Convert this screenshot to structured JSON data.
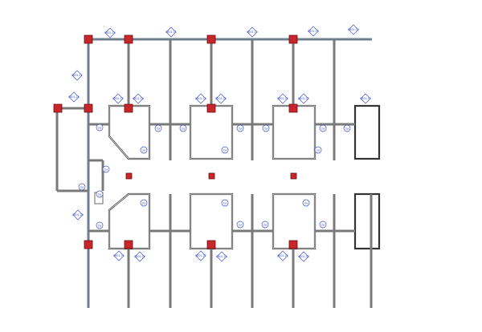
{
  "view": {
    "type": "floor-plan",
    "colors": {
      "wall": "#6a6a6a",
      "structural_column": "#c8262a",
      "tag": "#3a4fd0",
      "background": "#ffffff"
    }
  },
  "grid_tags": [
    {
      "label": "EB01-10"
    },
    {
      "label": "EB01-11"
    },
    {
      "label": "EB01-12"
    },
    {
      "label": "EB01-13"
    },
    {
      "label": "EB01-14"
    },
    {
      "label": "EB01-15"
    },
    {
      "label": "EB01-16"
    },
    {
      "label": "EB01-17"
    },
    {
      "label": "EB01-18"
    },
    {
      "label": "EB01-19"
    },
    {
      "label": "EB01-20"
    },
    {
      "label": "EB01-21"
    },
    {
      "label": "EB01-22"
    },
    {
      "label": "EB01-23"
    },
    {
      "label": "EB01-24"
    },
    {
      "label": "EB01-25"
    },
    {
      "label": "EB01-26"
    },
    {
      "label": "EB01-27"
    },
    {
      "label": "EB01-28"
    },
    {
      "label": "EB01-29"
    },
    {
      "label": "EB01-30"
    }
  ],
  "room_tags": [
    {
      "label": "2a"
    },
    {
      "label": "2a"
    },
    {
      "label": "2a"
    },
    {
      "label": "2a"
    },
    {
      "label": "2a"
    },
    {
      "label": "2a"
    },
    {
      "label": "2a"
    },
    {
      "label": "2a"
    },
    {
      "label": "2a"
    },
    {
      "label": "2a"
    },
    {
      "label": "2a"
    },
    {
      "label": "2a"
    },
    {
      "label": "2a"
    },
    {
      "label": "2a"
    },
    {
      "label": "2a"
    },
    {
      "label": "2a"
    },
    {
      "label": "2a"
    },
    {
      "label": "2a"
    },
    {
      "label": "2a"
    },
    {
      "label": "2a"
    }
  ]
}
